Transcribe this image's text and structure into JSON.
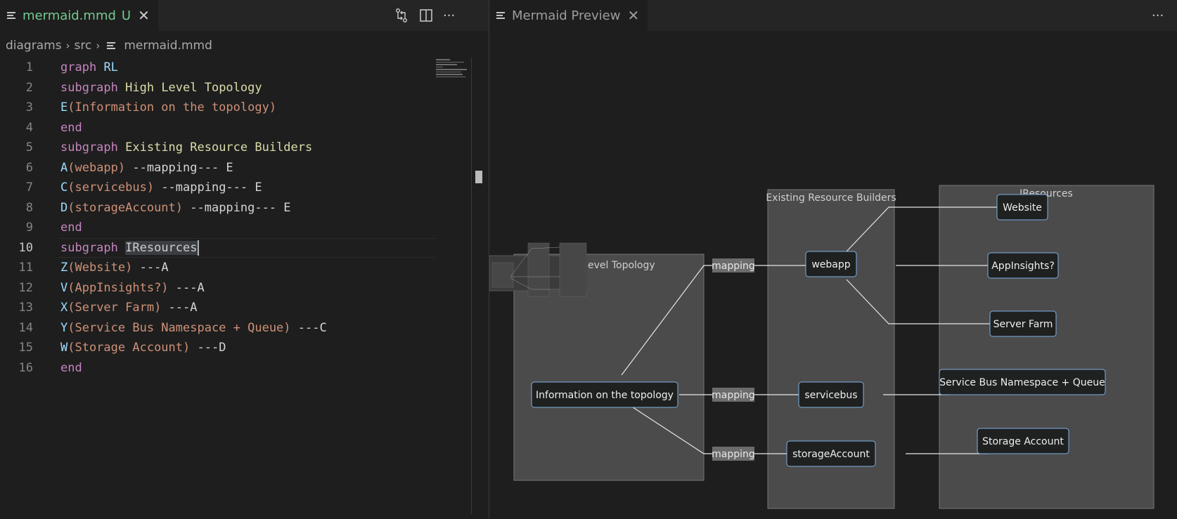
{
  "editor": {
    "tab": {
      "filename": "mermaid.mmd",
      "status": "U"
    },
    "breadcrumb": [
      "diagrams",
      "src",
      "mermaid.mmd"
    ],
    "lines": [
      {
        "n": "1",
        "tokens": [
          [
            "kw",
            "graph"
          ],
          [
            "op",
            " "
          ],
          [
            "id",
            "RL"
          ]
        ]
      },
      {
        "n": "2",
        "tokens": [
          [
            "kw",
            "subgraph"
          ],
          [
            "op",
            " "
          ],
          [
            "ttl",
            "High Level Topology"
          ]
        ]
      },
      {
        "n": "3",
        "tokens": [
          [
            "id",
            "E"
          ],
          [
            "str",
            "(Information on the topology)"
          ]
        ]
      },
      {
        "n": "4",
        "tokens": [
          [
            "kw",
            "end"
          ]
        ]
      },
      {
        "n": "5",
        "tokens": [
          [
            "kw",
            "subgraph"
          ],
          [
            "op",
            " "
          ],
          [
            "ttl",
            "Existing Resource Builders"
          ]
        ]
      },
      {
        "n": "6",
        "tokens": [
          [
            "id",
            "A"
          ],
          [
            "str",
            "(webapp)"
          ],
          [
            "op",
            " --mapping--- E"
          ]
        ]
      },
      {
        "n": "7",
        "tokens": [
          [
            "id",
            "C"
          ],
          [
            "str",
            "(servicebus)"
          ],
          [
            "op",
            " --mapping--- E"
          ]
        ]
      },
      {
        "n": "8",
        "tokens": [
          [
            "id",
            "D"
          ],
          [
            "str",
            "(storageAccount)"
          ],
          [
            "op",
            " --mapping--- E"
          ]
        ]
      },
      {
        "n": "9",
        "tokens": [
          [
            "kw",
            "end"
          ]
        ]
      },
      {
        "n": "10",
        "tokens": [
          [
            "kw",
            "subgraph"
          ],
          [
            "op",
            " "
          ],
          [
            "sel",
            "IResources"
          ]
        ],
        "current": true
      },
      {
        "n": "11",
        "tokens": [
          [
            "id",
            "Z"
          ],
          [
            "str",
            "(Website)"
          ],
          [
            "op",
            " ---A"
          ]
        ]
      },
      {
        "n": "12",
        "tokens": [
          [
            "id",
            "V"
          ],
          [
            "str",
            "(AppInsights?)"
          ],
          [
            "op",
            " ---A"
          ]
        ]
      },
      {
        "n": "13",
        "tokens": [
          [
            "id",
            "X"
          ],
          [
            "str",
            "(Server Farm)"
          ],
          [
            "op",
            " ---A"
          ]
        ]
      },
      {
        "n": "14",
        "tokens": [
          [
            "id",
            "Y"
          ],
          [
            "str",
            "(Service Bus Namespace + Queue)"
          ],
          [
            "op",
            " ---C"
          ]
        ]
      },
      {
        "n": "15",
        "tokens": [
          [
            "id",
            "W"
          ],
          [
            "str",
            "(Storage Account)"
          ],
          [
            "op",
            " ---D"
          ]
        ]
      },
      {
        "n": "16",
        "tokens": [
          [
            "kw",
            "end"
          ]
        ]
      }
    ]
  },
  "preview": {
    "tab_title": "Mermaid Preview",
    "subgraphs": {
      "high_level": "evel Topology",
      "builders": "Existing Resource Builders",
      "iresources": "IResources"
    },
    "nodes": {
      "info": "Information on the topology",
      "webapp": "webapp",
      "servicebus": "servicebus",
      "storage": "storageAccount",
      "website": "Website",
      "appinsights": "AppInsights?",
      "serverfarm": "Server Farm",
      "sbqueue": "Service Bus Namespace + Queue",
      "storageacct": "Storage Account"
    },
    "edge_label": "mapping"
  },
  "icons": [
    "file-lines-icon",
    "close-icon",
    "source-control-compare-icon",
    "split-editor-icon",
    "more-actions-icon",
    "chevron-right-icon"
  ],
  "colors": {
    "modified": "#73c991",
    "node_border": "#7fb2e5",
    "subgraph_fill": "#4b4b4b"
  }
}
